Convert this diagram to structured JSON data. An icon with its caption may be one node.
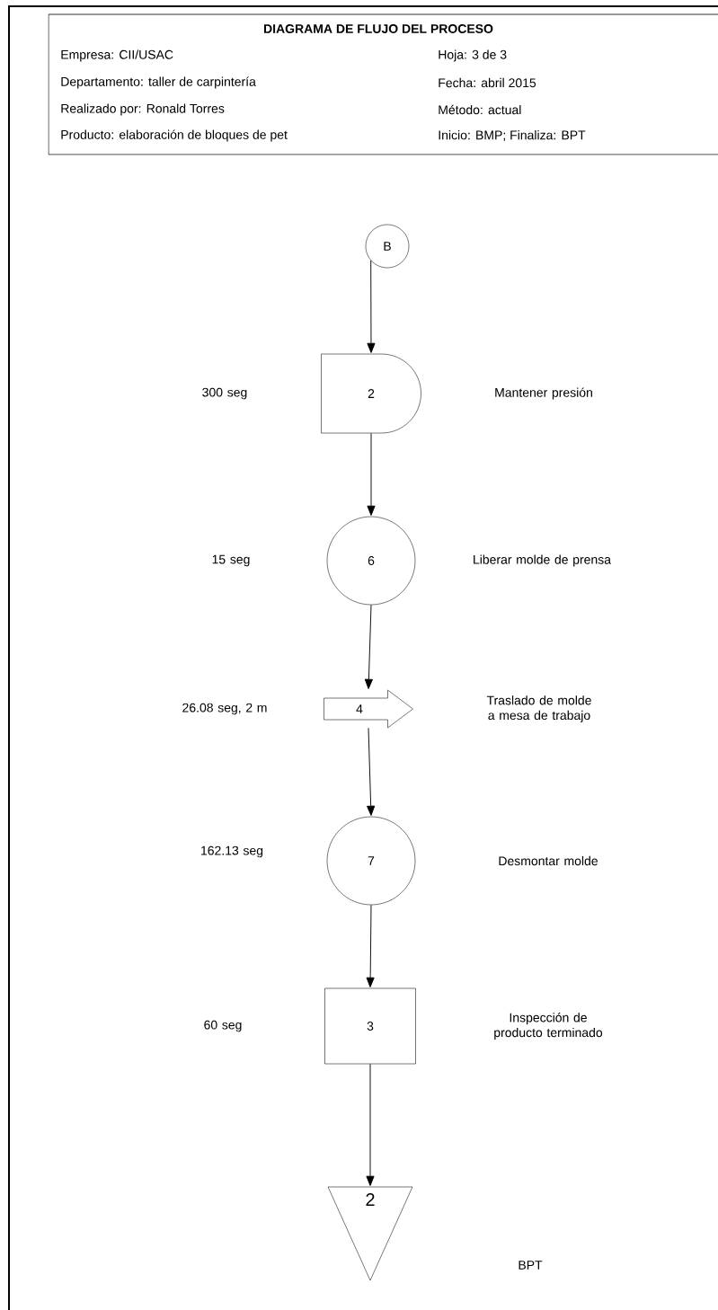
{
  "diagram": {
    "title": "DIAGRAMA DE FLUJO DEL PROCESO",
    "nodes": [
      {
        "text": [
          "B"
        ]
      },
      {
        "text": [
          "2"
        ]
      },
      {
        "text": [
          "6"
        ]
      },
      {
        "text": [
          "4"
        ]
      },
      {
        "text": [
          "7"
        ]
      },
      {
        "text": [
          "3"
        ]
      },
      {
        "text": [
          "2"
        ]
      }
    ],
    "edges": [
      {
        "from": 0,
        "to": 1,
        "arrow": "to"
      },
      {
        "from": 1,
        "to": 2,
        "arrow": "to"
      },
      {
        "from": 2,
        "to": 3,
        "arrow": "to"
      },
      {
        "from": 3,
        "to": 4,
        "arrow": "to"
      },
      {
        "from": 4,
        "to": 5,
        "arrow": "to"
      },
      {
        "from": 5,
        "to": 6,
        "arrow": "to"
      }
    ],
    "labels": [
      "Empresa: CII/USAC",
      "Hoja: 3 de 3",
      "Departamento: taller de carpintería",
      "Fecha: abril 2015",
      "Realizado por: Ronald Torres",
      "Método: actual",
      "Producto: elaboración de bloques de pet",
      "Inicio: BMP; Finaliza: BPT",
      "300 seg",
      "Mantener presión",
      "15 seg",
      "Liberar molde de prensa",
      "26.08 seg, 2 m",
      "Traslado de molde a mesa de trabajo",
      "162.13 seg",
      "Desmontar molde",
      "60 seg",
      "Inspección de producto terminado",
      "BPT"
    ]
  }
}
